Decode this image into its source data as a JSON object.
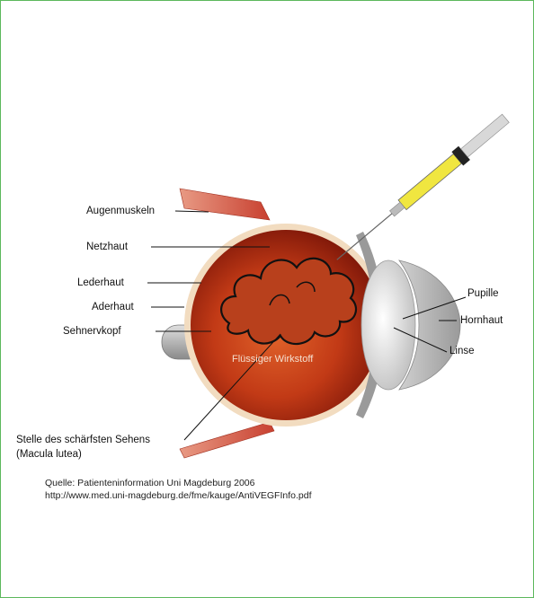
{
  "labels": {
    "augenmuskeln": "Augenmuskeln",
    "netzhaut": "Netzhaut",
    "lederhaut": "Lederhaut",
    "aderhaut": "Aderhaut",
    "sehnervkopf": "Sehnervkopf",
    "macula_line1": "Stelle des schärfsten Sehens",
    "macula_line2": "(Macula lutea)",
    "pupille": "Pupille",
    "hornhaut": "Hornhaut",
    "linse": "Linse",
    "wirkstoff": "Flüssiger Wirkstoff"
  },
  "source": {
    "line1": "Quelle: Patienteninformation Uni Magdeburg 2006",
    "line2": "http://www.med.uni-magdeburg.de/fme/kauge/AntiVEGFInfo.pdf"
  },
  "colors": {
    "frame": "#5cb85c",
    "eye_inner": "#c8401c",
    "eye_dark": "#7a1508",
    "sclera": "#f2dcc0",
    "muscle": "#d8604a",
    "syringe_fluid": "#f0e640"
  }
}
